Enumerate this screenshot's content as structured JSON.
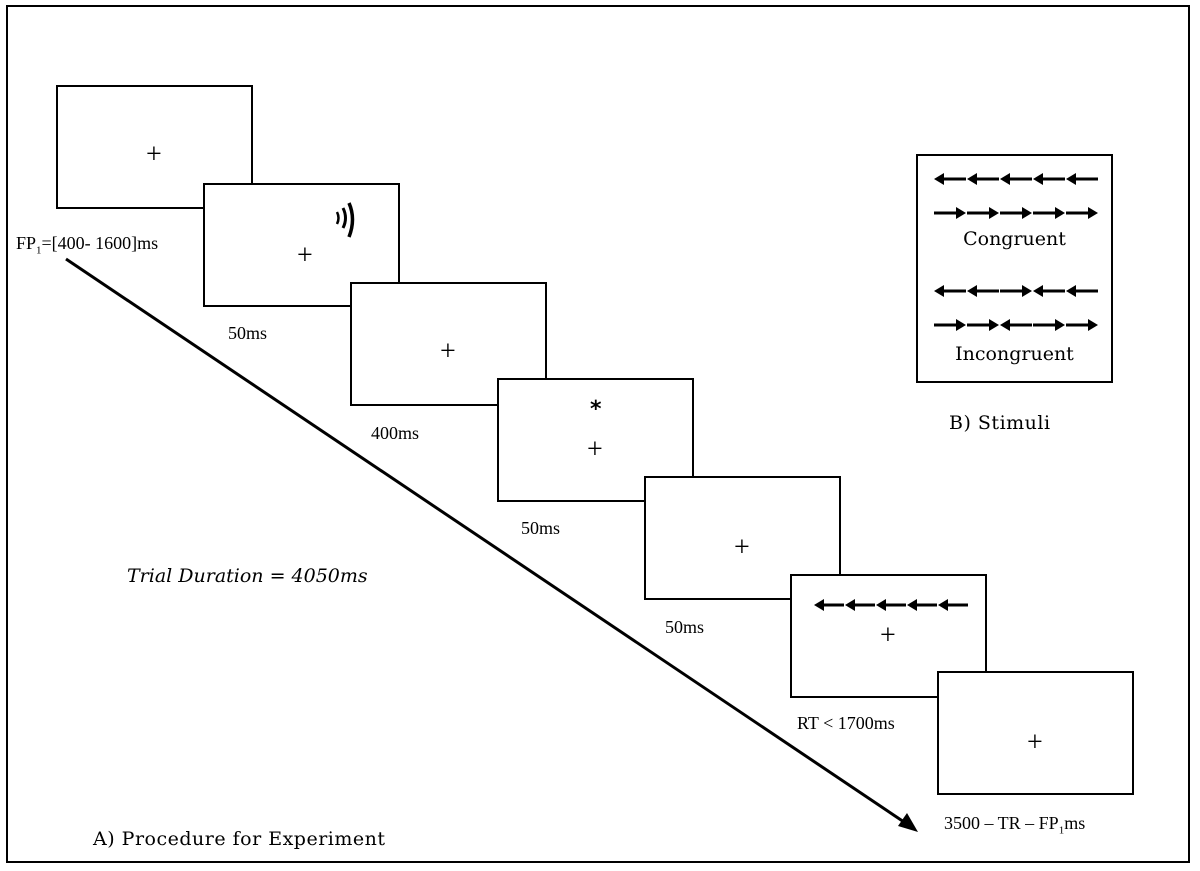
{
  "panel_a": {
    "caption": "A) Procedure for Experiment",
    "trial_duration": "Trial Duration = 4050ms",
    "fixation": "+",
    "cue_symbol": "*",
    "screens": [
      {
        "label_main": "FP",
        "label_sub": "1",
        "label_rest": "=[400- 1600]ms",
        "content": "fixation"
      },
      {
        "label": "50ms",
        "content": "sound"
      },
      {
        "label": "400ms",
        "content": "fixation"
      },
      {
        "label": "50ms",
        "content": "cue"
      },
      {
        "label": "50ms",
        "content": "fixation"
      },
      {
        "label": "RT < 1700ms",
        "content": "target",
        "target_arrows": [
          "left",
          "left",
          "left",
          "left",
          "left"
        ]
      },
      {
        "label_main": "3500 – TR – FP",
        "label_sub": "1",
        "label_rest": "ms",
        "content": "fixation"
      }
    ]
  },
  "panel_b": {
    "caption": "B) Stimuli",
    "congruent_label": "Congruent",
    "incongruent_label": "Incongruent",
    "congruent_rows": [
      [
        "left",
        "left",
        "left",
        "left",
        "left"
      ],
      [
        "right",
        "right",
        "right",
        "right",
        "right"
      ]
    ],
    "incongruent_rows": [
      [
        "left",
        "left",
        "right",
        "left",
        "left"
      ],
      [
        "right",
        "right",
        "left",
        "right",
        "right"
      ]
    ]
  },
  "icons": {
    "sound": "sound-wave-icon",
    "arrow": "arrow-icon"
  },
  "colors": {
    "ink": "#000000",
    "background": "#ffffff"
  }
}
